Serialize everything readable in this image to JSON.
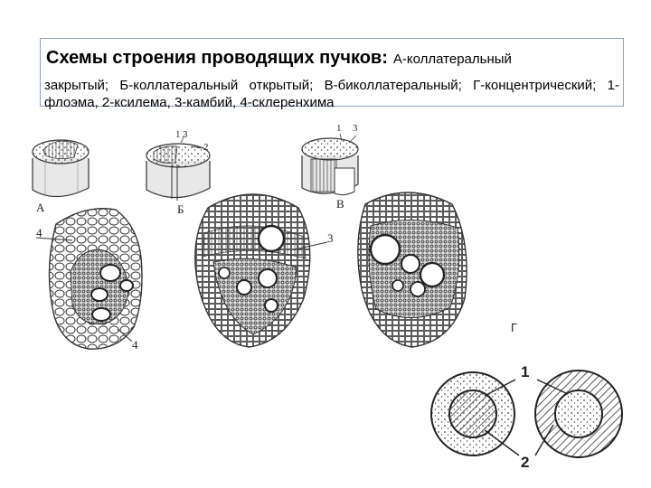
{
  "title": {
    "bold": "Схемы строения проводящих пучков:",
    "rest_line1": "А-коллатеральный",
    "rest_line2": "закрытый; Б-коллатеральный открытый; В-биколлатеральный; Г-концентрический; 1-флоэма, 2-ксилема, 3-камбий, 4-склеренхима"
  },
  "figure_labels": {
    "a": "А",
    "b": "Б",
    "v": "В",
    "g": "Г",
    "n1": "1",
    "n2": "2",
    "n3": "3",
    "n4": "4"
  },
  "colors": {
    "border": "#8fa3c3",
    "ink": "#333333"
  }
}
